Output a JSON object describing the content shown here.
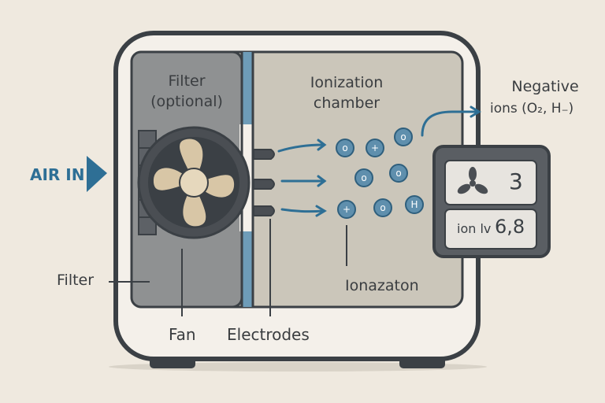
{
  "labels": {
    "air_in": "AIR IN",
    "filter_top_line1": "Filter",
    "filter_top_line2": "(optional)",
    "chamber_line1": "Ionization",
    "chamber_line2": "chamber",
    "negative_line1": "Negative",
    "negative_line2": "ions (O₂, H₋)",
    "filter_side": "Filter",
    "fan": "Fan",
    "electrodes": "Electrodes",
    "ionization_bottom": "Ionazaton"
  },
  "display": {
    "fan_speed": "3",
    "ion_level_label": "ion lv",
    "ion_level_value": "6,8"
  },
  "ions": [
    {
      "symbol": "o"
    },
    {
      "symbol": "+"
    },
    {
      "symbol": "o"
    },
    {
      "symbol": "o"
    },
    {
      "symbol": "o"
    },
    {
      "symbol": "+"
    },
    {
      "symbol": "o"
    },
    {
      "symbol": "H"
    }
  ],
  "colors": {
    "background": "#efe9df",
    "housing_stroke": "#3b4045",
    "arrow_blue": "#2e6f95",
    "ion_fill": "#5f8fad",
    "fan_blade": "#d8c6a6",
    "filter_panel": "#8f9192",
    "chamber": "#cbc6ba",
    "display_bg": "#5a5e63"
  }
}
